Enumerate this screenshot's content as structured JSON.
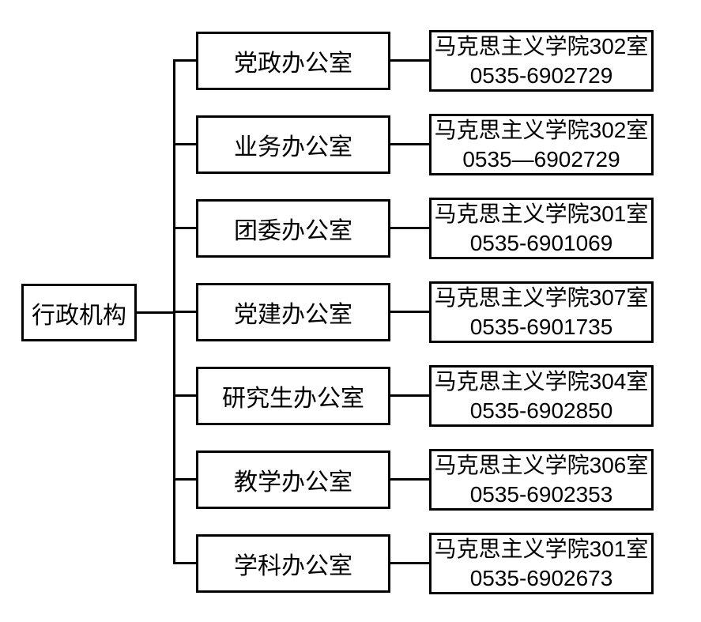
{
  "diagram": {
    "type": "org-chart",
    "root": {
      "label": "行政机构"
    },
    "offices": [
      {
        "label": "党政办公室",
        "location": "马克思主义学院302室",
        "phone": "0535-6902729"
      },
      {
        "label": "业务办公室",
        "location": "马克思主义学院302室",
        "phone": "0535—6902729"
      },
      {
        "label": "团委办公室",
        "location": "马克思主义学院301室",
        "phone": "0535-6901069"
      },
      {
        "label": "党建办公室",
        "location": "马克思主义学院307室",
        "phone": "0535-6901735"
      },
      {
        "label": "研究生办公室",
        "location": "马克思主义学院304室",
        "phone": "0535-6902850"
      },
      {
        "label": "教学办公室",
        "location": "马克思主义学院306室",
        "phone": "0535-6902353"
      },
      {
        "label": "学科办公室",
        "location": "马克思主义学院301室",
        "phone": "0535-6902673"
      }
    ],
    "colors": {
      "line": "#000000",
      "background": "#ffffff",
      "text": "#000000"
    }
  }
}
